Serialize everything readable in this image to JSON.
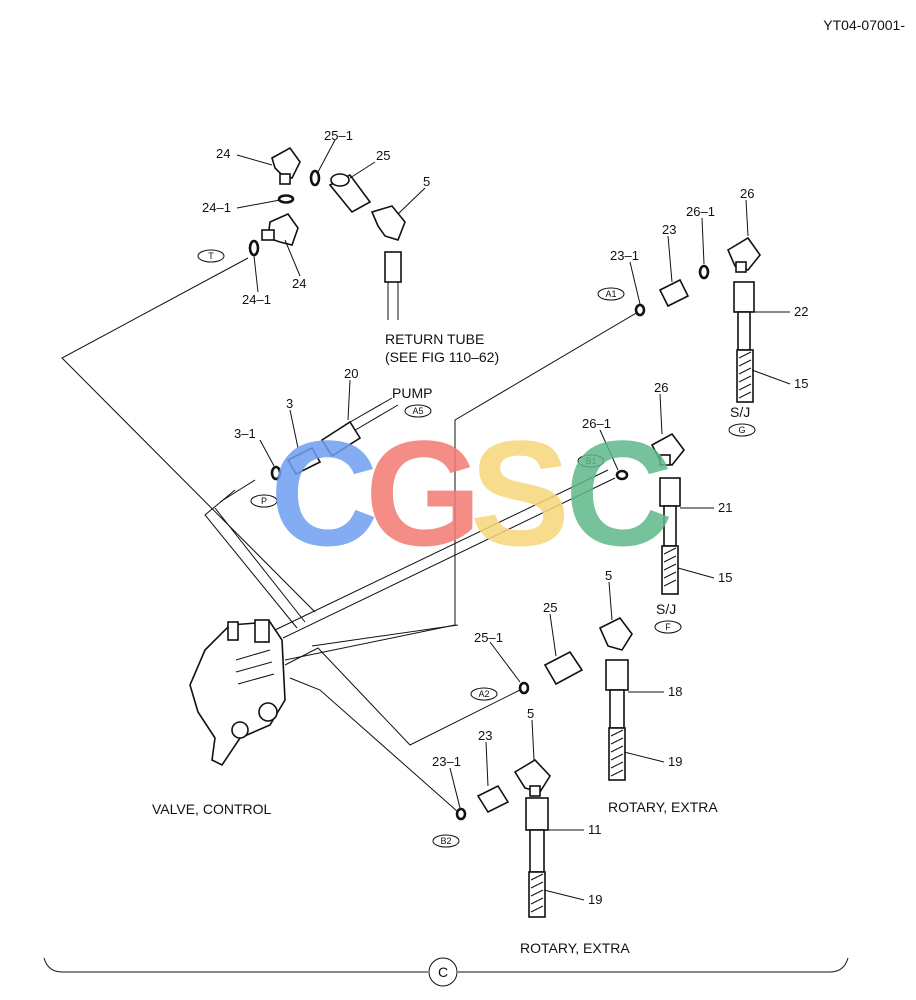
{
  "doc_code": "YT04-07001-",
  "labels": {
    "p24a": "24",
    "p25_1a": "25–1",
    "p25a": "25",
    "p5a": "5",
    "p24_1a": "24–1",
    "p24b": "24",
    "p24_1b": "24–1",
    "p26a": "26",
    "p26_1a": "26–1",
    "p23a": "23",
    "p23_1a": "23–1",
    "p22": "22",
    "p15a": "15",
    "p20": "20",
    "p3": "3",
    "p3_1": "3–1",
    "p26b": "26",
    "p26_1b": "26–1",
    "p21": "21",
    "p15b": "15",
    "p5b": "5",
    "p25b": "25",
    "p25_1b": "25–1",
    "p18": "18",
    "p19a": "19",
    "p5c": "5",
    "p23b": "23",
    "p23_1b": "23–1",
    "p11": "11",
    "p19b": "19"
  },
  "tags": {
    "T": "T",
    "A1": "A1",
    "A5": "A5",
    "P": "P",
    "B1": "B1",
    "G": "G",
    "F": "F",
    "A2": "A2",
    "B2": "B2"
  },
  "captions": {
    "return_tube_1": "RETURN TUBE",
    "return_tube_2": "(SEE FIG 110–62)",
    "pump": "PUMP",
    "sj_1": "S/J",
    "sj_2": "S/J",
    "valve_control": "VALVE, CONTROL",
    "rotary_extra_1": "ROTARY, EXTRA",
    "rotary_extra_2": "ROTARY, EXTRA",
    "section": "C"
  },
  "watermark": {
    "letters": [
      {
        "char": "C",
        "color": "#6f9ef2"
      },
      {
        "char": "G",
        "color": "#f27a72"
      },
      {
        "char": "S",
        "color": "#f6d77a"
      },
      {
        "char": "C",
        "color": "#5fb88a"
      }
    ]
  }
}
